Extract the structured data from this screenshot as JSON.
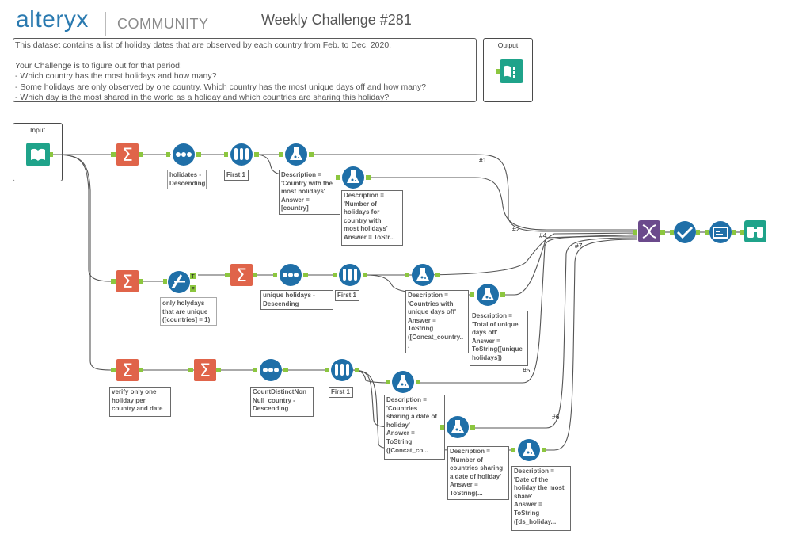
{
  "header": {
    "logo": "alteryx",
    "community": "COMMUNITY",
    "title": "Weekly Challenge #281"
  },
  "description": {
    "lines": [
      "This dataset contains a list of holiday dates that are observed by each country from Feb. to Dec. 2020.",
      "",
      "Your Challenge is to figure out for that period:",
      "- Which country has the most holidays and how many?",
      "- Some holidays are only observed by one country. Which country has the most unique days off and how many?",
      "- Which day is the most shared in the world as a holiday and which countries are sharing this holiday?"
    ]
  },
  "containers": {
    "output_label": "Output",
    "input_label": "Input"
  },
  "annotations": {
    "sort1": [
      "holidates -",
      "Descending"
    ],
    "sample1": [
      "First 1"
    ],
    "formula1": [
      "Description =",
      "'Country with the",
      "most holidays'",
      "Answer =",
      "[country]"
    ],
    "formula2": [
      "Description =",
      "'Number of",
      "holidays for",
      "country with",
      "most holidays'",
      "Answer = ToStr..."
    ],
    "filter1": [
      "only holydays",
      "that are unique",
      "([countries] = 1)"
    ],
    "sort2": [
      "unique holidays -",
      "Descending"
    ],
    "sample2": [
      "First 1"
    ],
    "formula3": [
      "Description =",
      "'Countries with",
      "unique days off'",
      "Answer =",
      "ToString",
      "([Concat_country..",
      "."
    ],
    "formula4": [
      "Description =",
      "'Total of unique",
      "days off'",
      "Answer =",
      "ToString([unique",
      "holidays])"
    ],
    "summ3": [
      "verify only one",
      "holiday per",
      "country and date"
    ],
    "sort3": [
      "CountDistinctNon",
      "Null_country -",
      "Descending"
    ],
    "sample3": [
      "First 1"
    ],
    "formula5": [
      "Description =",
      "'Countries",
      "sharing a date of",
      "holiday'",
      "Answer =",
      "ToString",
      "([Concat_co..."
    ],
    "formula6": [
      "Description =",
      "'Number of",
      "countries sharing",
      "a date of holiday'",
      "Answer =",
      "ToString(..."
    ],
    "formula7": [
      "Description =",
      "'Date of the",
      "holiday the most",
      "share'",
      "Answer =",
      "ToString",
      "([ds_holiday..."
    ]
  },
  "connection_labels": [
    "#1",
    "#2",
    "#4",
    "#5",
    "#6",
    "#7"
  ],
  "colors": {
    "accent_blue": "#1f6fa8",
    "summarize_orange": "#e0644a",
    "join_purple": "#6b4a8c",
    "browse_teal": "#1fa38a",
    "connector_green": "#8cc63f"
  }
}
